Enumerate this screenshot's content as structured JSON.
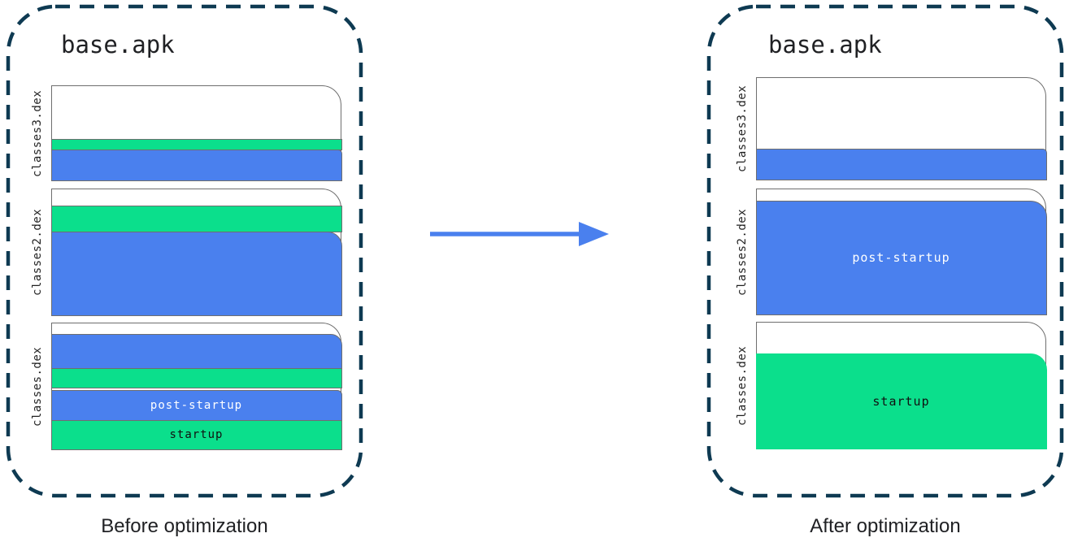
{
  "before": {
    "title": "base.apk",
    "caption": "Before optimization",
    "files": [
      {
        "name": "classes3.dex"
      },
      {
        "name": "classes2.dex"
      },
      {
        "name": "classes.dex",
        "post_startup_label": "post-startup",
        "startup_label": "startup"
      }
    ]
  },
  "after": {
    "title": "base.apk",
    "caption": "After optimization",
    "files": [
      {
        "name": "classes3.dex"
      },
      {
        "name": "classes2.dex",
        "post_startup_label": "post-startup"
      },
      {
        "name": "classes.dex",
        "startup_label": "startup"
      }
    ]
  },
  "colors": {
    "startup_green": "#0bdf8c",
    "post_startup_blue": "#4a80ee",
    "container_dash": "#0e3a52",
    "page_border": "#6e6e6e",
    "arrow_blue": "#4a80ee",
    "text_dark": "#202124",
    "text_light": "#ffffff"
  }
}
